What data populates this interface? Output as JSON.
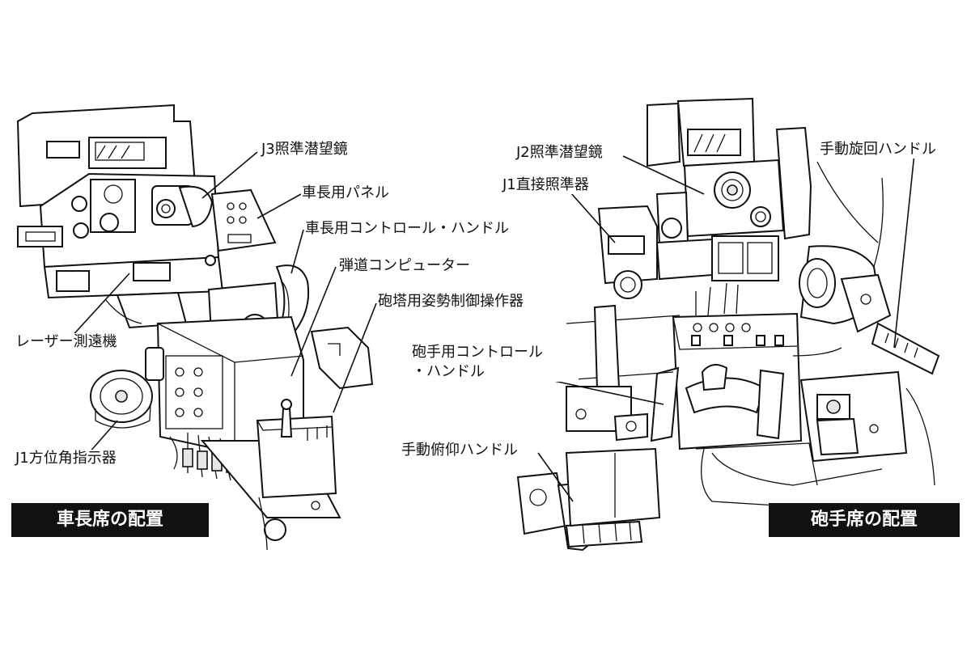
{
  "left_panel": {
    "caption": "車長席の配置",
    "labels": {
      "j3_sight": "J3照準潜望鏡",
      "commander_panel": "車長用パネル",
      "commander_handle": "車長用コントロール・ハンドル",
      "ballistic_computer": "弾道コンピューター",
      "turret_stab_controller": "砲塔用姿勢制御操作器",
      "laser_rangefinder": "レーザー測遠機",
      "j1_azimuth_indicator": "J1方位角指示器"
    }
  },
  "right_panel": {
    "caption": "砲手席の配置",
    "labels": {
      "j2_sight": "J2照準潜望鏡",
      "j1_direct_sight": "J1直接照準器",
      "manual_traverse_handle": "手動旋回ハンドル",
      "gunner_handle": "砲手用コントロール\n・ハンドル",
      "manual_elevation_handle": "手動俯仰ハンドル"
    }
  }
}
